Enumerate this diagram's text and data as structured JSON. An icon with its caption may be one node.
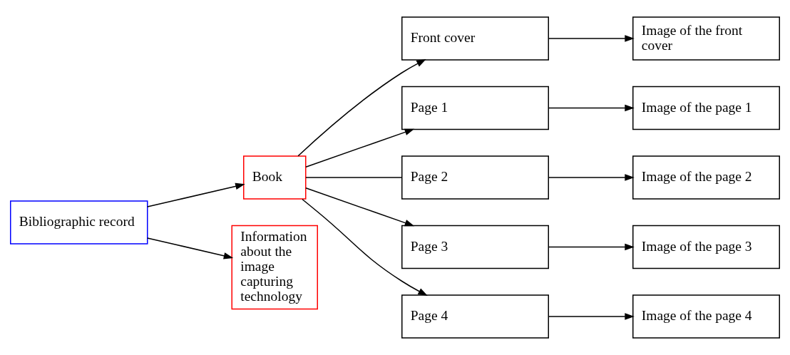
{
  "diagram": {
    "nodes": [
      {
        "text": [
          "Bibliographic record"
        ]
      },
      {
        "text": [
          "Book"
        ]
      },
      {
        "text": [
          "Information about the image capturing technology"
        ]
      },
      {
        "text": [
          "Front cover"
        ]
      },
      {
        "text": [
          "Page 1"
        ]
      },
      {
        "text": [
          "Page 2"
        ]
      },
      {
        "text": [
          "Page 3"
        ]
      },
      {
        "text": [
          "Page 4"
        ]
      },
      {
        "text": [
          "Image of the front cover"
        ]
      },
      {
        "text": [
          "Image of the page 1"
        ]
      },
      {
        "text": [
          "Image of the page 2"
        ]
      },
      {
        "text": [
          "Image of the page 3"
        ]
      },
      {
        "text": [
          "Image of the page 4"
        ]
      }
    ],
    "edges": [
      {
        "from": 0,
        "to": 1,
        "arrow": "to"
      },
      {
        "from": 0,
        "to": 2,
        "arrow": "to"
      },
      {
        "from": 1,
        "to": 3,
        "arrow": "to"
      },
      {
        "from": 1,
        "to": 4,
        "arrow": "to"
      },
      {
        "from": 1,
        "to": 5,
        "arrow": "none"
      },
      {
        "from": 1,
        "to": 6,
        "arrow": "to"
      },
      {
        "from": 1,
        "to": 7,
        "arrow": "to"
      },
      {
        "from": 3,
        "to": 8,
        "arrow": "to"
      },
      {
        "from": 4,
        "to": 9,
        "arrow": "to"
      },
      {
        "from": 5,
        "to": 10,
        "arrow": "to"
      },
      {
        "from": 6,
        "to": 11,
        "arrow": "to"
      },
      {
        "from": 7,
        "to": 12,
        "arrow": "to"
      }
    ]
  }
}
